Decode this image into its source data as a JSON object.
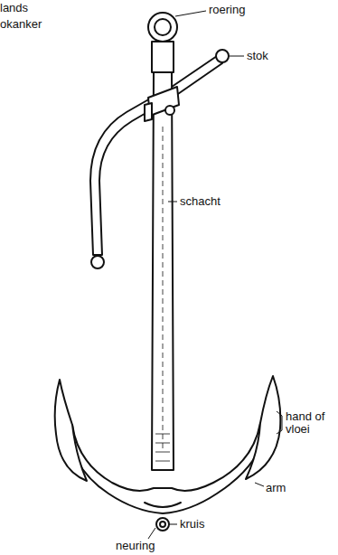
{
  "diagram": {
    "labels": [
      "lands",
      "okanker",
      "roering",
      "stok",
      "schacht",
      "hand of vloei",
      "arm",
      "kruis",
      "neuring"
    ]
  }
}
